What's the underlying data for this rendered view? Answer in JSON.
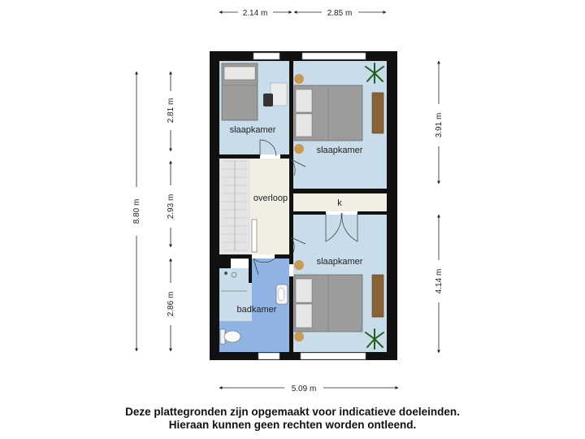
{
  "dimensions": {
    "top_left": "2.14 m",
    "top_right": "2.85 m",
    "overall_height": "8.80 m",
    "left_upper": "2.81 m",
    "left_middle": "2.93 m",
    "left_lower": "2.86 m",
    "right_upper": "3.91 m",
    "right_lower": "4.14 m",
    "bottom_width": "5.09 m"
  },
  "rooms": {
    "bedroom_small": "slaapkamer",
    "bedroom_top": "slaapkamer",
    "landing": "overloop",
    "closet": "k",
    "bedroom_bottom": "slaapkamer",
    "bathroom": "badkamer"
  },
  "colors": {
    "room_fill": "#c9dcea",
    "bathroom_fill": "#8fb4e3",
    "landing_fill": "#f1efe3",
    "stairs_fill": "#e4e4e4",
    "wall": "#111111"
  },
  "disclaimer": {
    "line1": "Deze plattegronden zijn opgemaakt voor indicatieve doeleinden.",
    "line2": "Hieraan kunnen geen rechten worden ontleend."
  }
}
